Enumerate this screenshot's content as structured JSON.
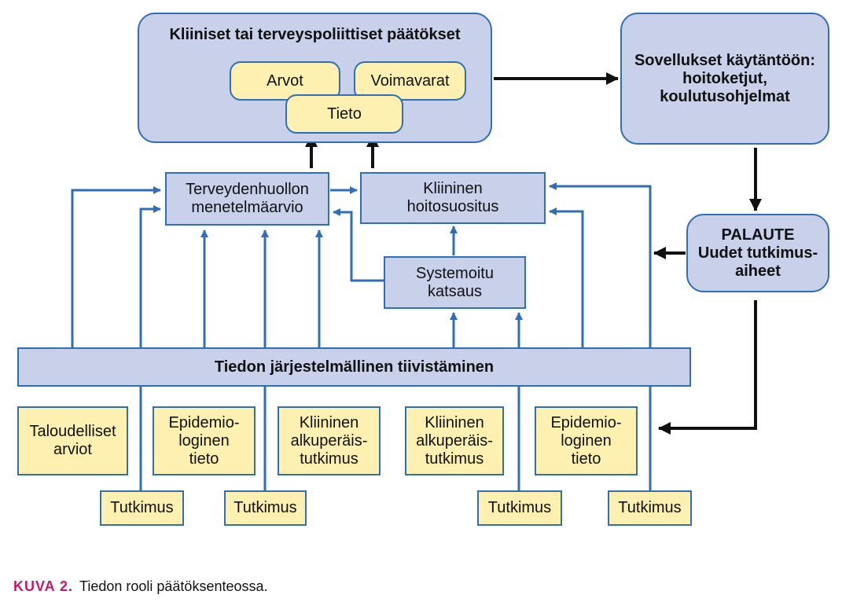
{
  "decisions": {
    "title": "Kliiniset tai terveyspoliittiset päätökset",
    "values": "Arvot",
    "resources": "Voimavarat",
    "knowledge": "Tieto"
  },
  "applications": "Sovellukset käytäntöön:\nhoitoketjut,\nkoulutusohjelmat",
  "feedback": "PALAUTE\nUudet tutkimus-\naiheet",
  "hta": "Terveydenhuollon\nmenetelmäarvio",
  "guideline": "Kliininen\nhoitosuositus",
  "review": "Systemoitu\nkatsaus",
  "synthesis": "Tiedon järjestelmällinen tiivistäminen",
  "sources": [
    "Taloudelliset\narviot",
    "Epidemio-\nloginen\ntieto",
    "Kliininen\nalkuperäis-\ntutkimus",
    "Kliininen\nalkuperäis-\ntutkimus",
    "Epidemio-\nloginen\ntieto"
  ],
  "research": [
    "Tutkimus",
    "Tutkimus",
    "Tutkimus",
    "Tutkimus"
  ],
  "caption": {
    "label": "KUVA 2.",
    "text": "Tiedon rooli päätöksenteossa."
  },
  "colors": {
    "box_blue": "#c8d0ea",
    "box_yellow": "#fdf0b0",
    "line_blue": "#2e6fb5",
    "caption_label": "#c2186f"
  }
}
